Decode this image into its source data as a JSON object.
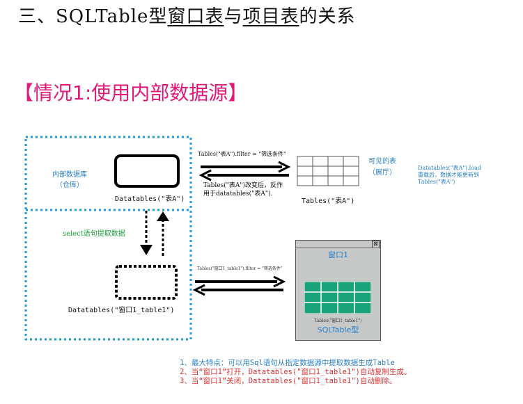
{
  "title": {
    "prefix": "三、SQLTable型",
    "window_table": "窗口表",
    "conj": "与",
    "item_table": "项目表",
    "suffix": "的关系"
  },
  "subtitle": "【情况1:使用内部数据源】",
  "internal_db": {
    "line1": "内部数据库",
    "line2": "（仓库）"
  },
  "datatables_a": "Datatables(\"表A\")",
  "datatables_window": "Datatables(\"窗口1_table1\")",
  "select_label": "select语句提取数据",
  "filter_top": "Tables(\"表A\").filter = \"筛选条件\"",
  "change_note": {
    "line1": "Tables(\"表A\")改变后，反作",
    "line2": "用于datatables(\"表A\")."
  },
  "tables_a": "Tables(\"表A\")",
  "visible_table": {
    "line1": "可见的表",
    "line2": "（展厅）"
  },
  "load_note": {
    "line1": "Datatables(\"表A\").load",
    "line2": "重载后，数据才能更新到",
    "line3": "Tables(\"表A\")"
  },
  "filter_window": "Tables(\"窗口1_table1\").filter = \"筛选条件\"",
  "window": {
    "title": "窗口1",
    "close": "⊠",
    "table_caption": "Tables(\"窗口1_table1\")",
    "type_label": "SQLTable型"
  },
  "notes": [
    "1、最大特点：可以用Sql语句从指定数据源中提取数据生成Table",
    "2、当“窗口1”打开，Datatables(\"窗口1_table1\")自动复制生成。",
    "3、当“窗口1”关闭，Datatables(\"窗口1_table1\")自动删除。"
  ],
  "colors": {
    "accent_pink": "#e01878",
    "dotted_blue": "#1b9ae0",
    "grid_green": "#1aa37a",
    "label_blue": "#2a7fc9",
    "label_green": "#1a9e3a",
    "note_red": "#e03030"
  }
}
